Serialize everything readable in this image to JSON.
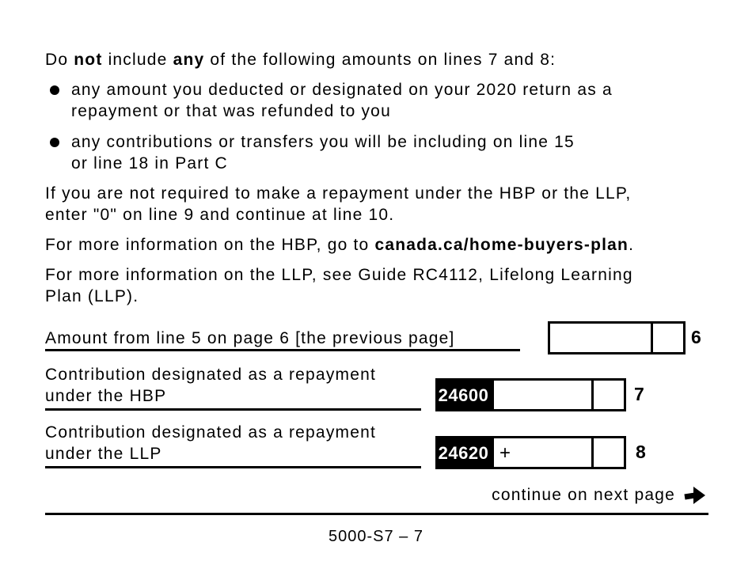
{
  "intro": {
    "t1": "Do ",
    "b1": "not",
    "t2": " include ",
    "b2": "any",
    "t3": " of the following amounts on lines 7 and 8:"
  },
  "bullets": [
    {
      "line1": "any amount you deducted or designated on your 2020 return as a",
      "line2": "repayment or that was refunded to you"
    },
    {
      "line1": "any contributions or transfers you will be including on line 15",
      "line2": "or line 18 in Part C"
    }
  ],
  "para_repayment": {
    "line1": "If you are not required to make a repayment under the HBP or the LLP,",
    "line2": "enter \"0\" on line 9 and continue at line 10."
  },
  "para_hbp_info": {
    "t1": "For more information on the HBP, go to ",
    "b1": "canada.ca/home-buyers-plan",
    "t2": "."
  },
  "para_llp_info": {
    "line1": "For more information on the LLP, see Guide RC4112, Lifelong Learning",
    "line2": "Plan (LLP)."
  },
  "form": {
    "row6": {
      "label": "Amount from line 5 on page 6 [the previous page]",
      "line_number": "6"
    },
    "row7": {
      "label_line1": "Contribution designated as a repayment",
      "label_line2": "under the HBP",
      "code": "24600",
      "line_number": "7"
    },
    "row8": {
      "label_line1": "Contribution designated as a repayment",
      "label_line2": "under the LLP",
      "code": "24620",
      "operator": "+",
      "line_number": "8"
    }
  },
  "continue_note": "continue on next page",
  "footer": "5000-S7 – 7",
  "colors": {
    "ink": "#000000",
    "paper": "#ffffff"
  }
}
